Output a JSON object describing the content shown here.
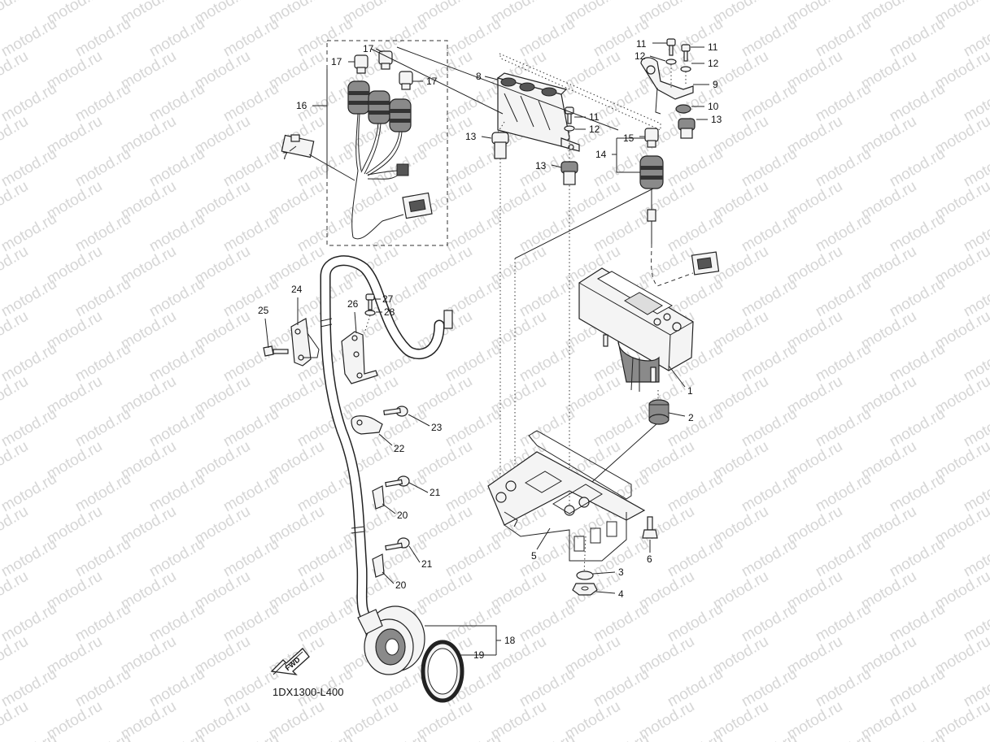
{
  "watermark": {
    "text": "motod.ru"
  },
  "diagram": {
    "code": "1DX1300-L400",
    "fwd_label": "FWD",
    "callouts": [
      {
        "id": "c1",
        "text": "1"
      },
      {
        "id": "c2",
        "text": "2"
      },
      {
        "id": "c3",
        "text": "3"
      },
      {
        "id": "c4",
        "text": "4"
      },
      {
        "id": "c5",
        "text": "5"
      },
      {
        "id": "c6",
        "text": "6"
      },
      {
        "id": "c7",
        "text": "7"
      },
      {
        "id": "c8",
        "text": "8"
      },
      {
        "id": "c9",
        "text": "9"
      },
      {
        "id": "c10",
        "text": "10"
      },
      {
        "id": "c11a",
        "text": "11"
      },
      {
        "id": "c11b",
        "text": "11"
      },
      {
        "id": "c11c",
        "text": "11"
      },
      {
        "id": "c12a",
        "text": "12"
      },
      {
        "id": "c12b",
        "text": "12"
      },
      {
        "id": "c12c",
        "text": "12"
      },
      {
        "id": "c13a",
        "text": "13"
      },
      {
        "id": "c13b",
        "text": "13"
      },
      {
        "id": "c13c",
        "text": "13"
      },
      {
        "id": "c14",
        "text": "14"
      },
      {
        "id": "c15",
        "text": "15"
      },
      {
        "id": "c16",
        "text": "16"
      },
      {
        "id": "c17a",
        "text": "17"
      },
      {
        "id": "c17b",
        "text": "17"
      },
      {
        "id": "c17c",
        "text": "17"
      },
      {
        "id": "c18",
        "text": "18"
      },
      {
        "id": "c19",
        "text": "19"
      },
      {
        "id": "c20a",
        "text": "20"
      },
      {
        "id": "c20b",
        "text": "20"
      },
      {
        "id": "c21a",
        "text": "21"
      },
      {
        "id": "c21b",
        "text": "21"
      },
      {
        "id": "c22",
        "text": "22"
      },
      {
        "id": "c23",
        "text": "23"
      },
      {
        "id": "c24",
        "text": "24"
      },
      {
        "id": "c25",
        "text": "25"
      },
      {
        "id": "c26",
        "text": "26"
      },
      {
        "id": "c27",
        "text": "27"
      },
      {
        "id": "c28",
        "text": "28"
      }
    ]
  }
}
